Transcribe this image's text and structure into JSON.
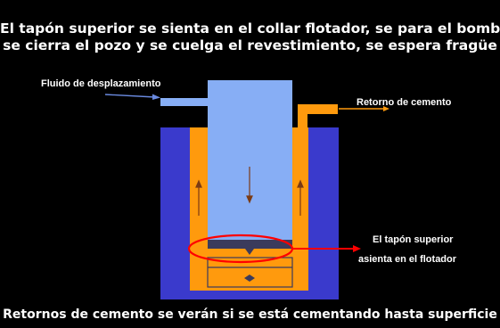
{
  "header": {
    "line1": "El tapón superior se sienta en el collar flotador, se para el bombeo,",
    "line2": "se cierra el pozo y se cuelga el revestimiento, se espera fragüe"
  },
  "labels": {
    "fluid_in": "Fluido de desplazamiento",
    "return": "Retorno de cemento",
    "plug_line1": "El tapón superior",
    "plug_line2": "asienta en el flotador"
  },
  "footer": "Retornos de cemento se verán si se está cementando hasta superficie",
  "colors": {
    "background": "#000000",
    "well_wall": "#3a3acc",
    "cement": "#ff9a0d",
    "displacement_fluid": "#87aef5",
    "plug": "#3b3b5c",
    "highlight": "#ff0000",
    "arrow": "#7b3b14"
  }
}
